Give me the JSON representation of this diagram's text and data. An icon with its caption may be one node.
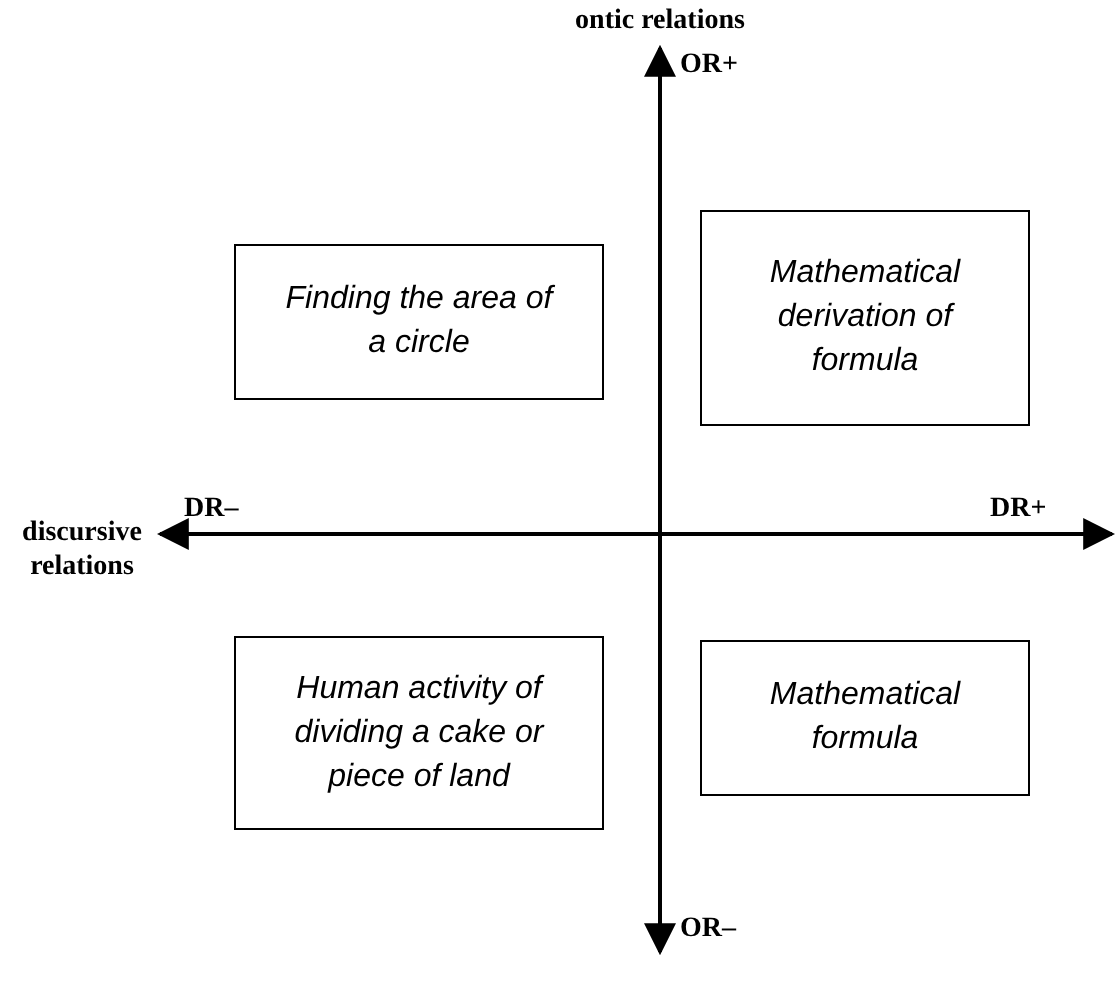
{
  "diagram": {
    "nodes": [
      {
        "text": [
          "Finding the area of a circle"
        ]
      },
      {
        "text": [
          "Mathematical derivation of formula"
        ]
      },
      {
        "text": [
          "Human activity of dividing a cake or piece of land"
        ]
      },
      {
        "text": [
          "Mathematical formula"
        ]
      }
    ],
    "labels": [
      "ontic relations",
      "OR+",
      "discursive relations",
      "DR–",
      "DR+",
      "OR–"
    ]
  }
}
